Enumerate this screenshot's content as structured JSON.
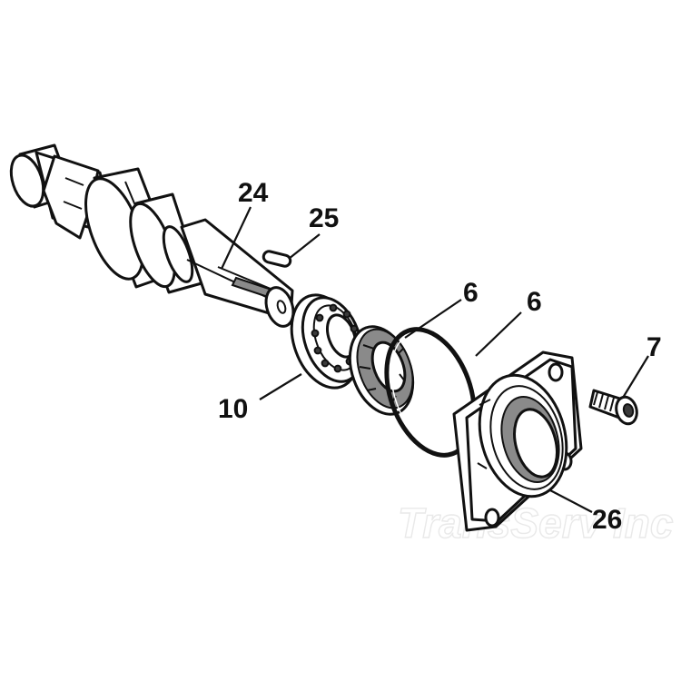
{
  "callouts": {
    "shaft": "24",
    "key": "25",
    "seal": "6",
    "o_ring": "6",
    "bolt": "7",
    "bearing": "10",
    "flange": "26"
  },
  "watermark": "TransServ Inc",
  "colors": {
    "line": "#111111",
    "background": "#ffffff",
    "shading": "#8a8a8a",
    "watermark": "#e9e9e9"
  }
}
